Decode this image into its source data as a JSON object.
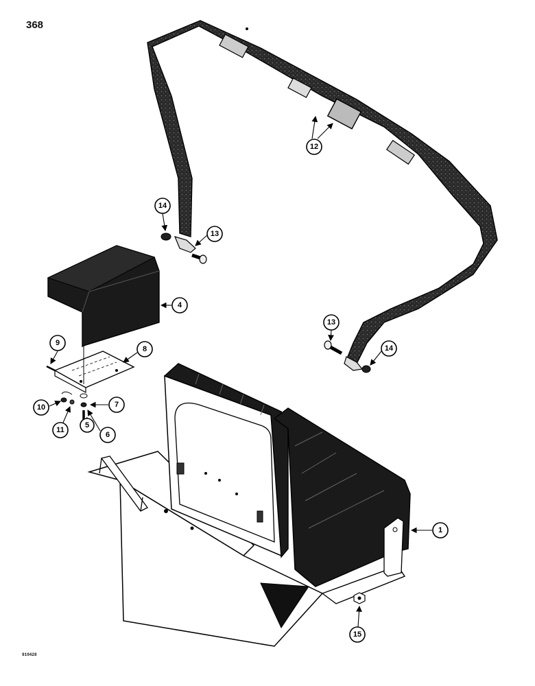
{
  "page": {
    "number": "368",
    "figure_code": "910428"
  },
  "callouts": [
    {
      "id": "c1",
      "label": "1"
    },
    {
      "id": "c4",
      "label": "4"
    },
    {
      "id": "c5",
      "label": "5"
    },
    {
      "id": "c6",
      "label": "6"
    },
    {
      "id": "c7",
      "label": "7"
    },
    {
      "id": "c8",
      "label": "8"
    },
    {
      "id": "c9",
      "label": "9"
    },
    {
      "id": "c10",
      "label": "10"
    },
    {
      "id": "c11",
      "label": "11"
    },
    {
      "id": "c12",
      "label": "12"
    },
    {
      "id": "c13a",
      "label": "13"
    },
    {
      "id": "c13b",
      "label": "13"
    },
    {
      "id": "c14a",
      "label": "14"
    },
    {
      "id": "c14b",
      "label": "14"
    },
    {
      "id": "c15",
      "label": "15"
    }
  ]
}
